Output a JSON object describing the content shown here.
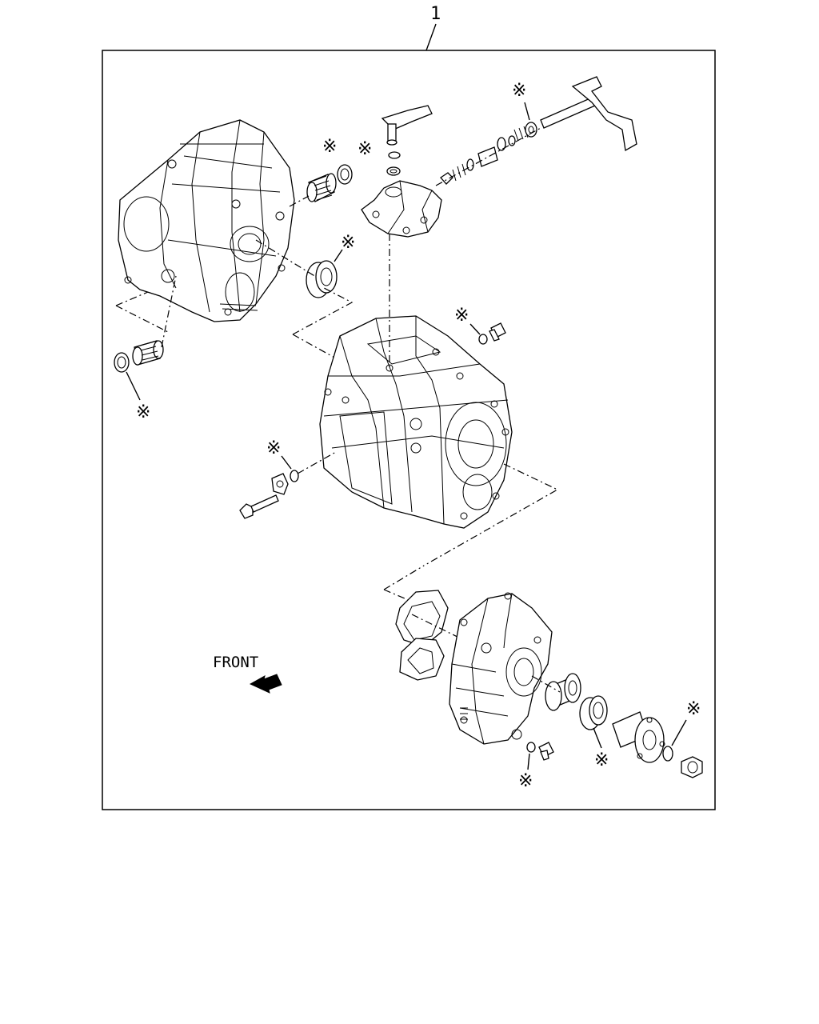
{
  "diagram": {
    "callout_number": "1",
    "front_label": "FRONT",
    "kit_marker": "※",
    "colors": {
      "line": "#000000",
      "background": "#ffffff"
    },
    "arrow_icon": "front-direction-arrow"
  }
}
